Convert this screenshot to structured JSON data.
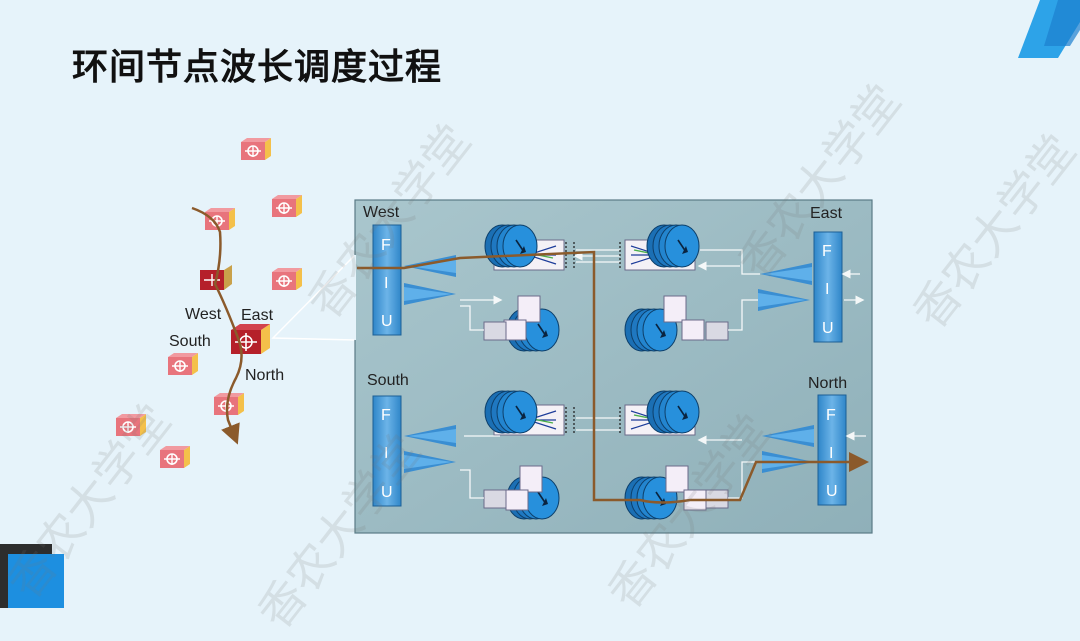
{
  "title": "环间节点波长调度过程",
  "watermark": "香农大学堂",
  "ring_labels": {
    "west": "West",
    "east": "East",
    "south": "South",
    "north": "North"
  },
  "panel_labels": {
    "west": "West",
    "east": "East",
    "south": "South",
    "north": "North"
  },
  "fiu_letters": [
    "F",
    "I",
    "U"
  ],
  "colors": {
    "background": "#e6f3fa",
    "panel": "#9fbcc4",
    "fiu": "#4a9bd8",
    "disk": "#1f78c1",
    "path": "#8b5a2b",
    "node": "#e8747c",
    "node_active": "#b5202a",
    "accent_blue": "#1d8fe0"
  },
  "icons": [
    "network-node-icon",
    "wss-disk-icon",
    "amplifier-icon",
    "arrow-icon"
  ]
}
